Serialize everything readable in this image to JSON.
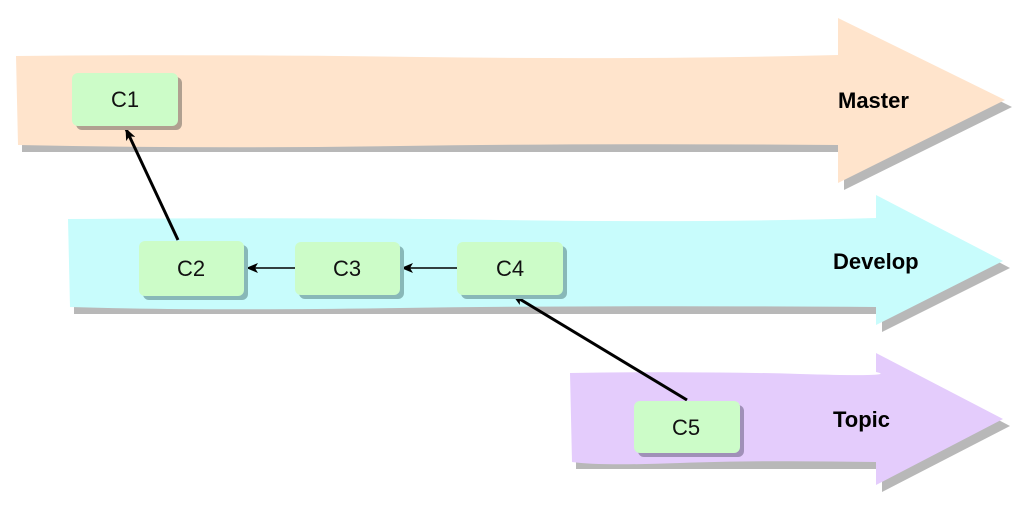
{
  "diagram": {
    "type": "git-branching-flow",
    "colors": {
      "master": "#ffe4cc",
      "develop": "#c8fcfc",
      "topic": "#e4ccfc",
      "commit_fill": "#ccfcc8",
      "shadow": "#b8b8b8",
      "edge": "#000000"
    },
    "branches": [
      {
        "id": "master",
        "label": "Master"
      },
      {
        "id": "develop",
        "label": "Develop"
      },
      {
        "id": "topic",
        "label": "Topic"
      }
    ],
    "commits": [
      {
        "id": "c1",
        "label": "C1",
        "branch": "master"
      },
      {
        "id": "c2",
        "label": "C2",
        "branch": "develop"
      },
      {
        "id": "c3",
        "label": "C3",
        "branch": "develop"
      },
      {
        "id": "c4",
        "label": "C4",
        "branch": "develop"
      },
      {
        "id": "c5",
        "label": "C5",
        "branch": "topic"
      }
    ],
    "edges": [
      {
        "from": "c2",
        "to": "c1"
      },
      {
        "from": "c3",
        "to": "c2"
      },
      {
        "from": "c4",
        "to": "c3"
      },
      {
        "from": "c5",
        "to": "c4"
      }
    ]
  }
}
